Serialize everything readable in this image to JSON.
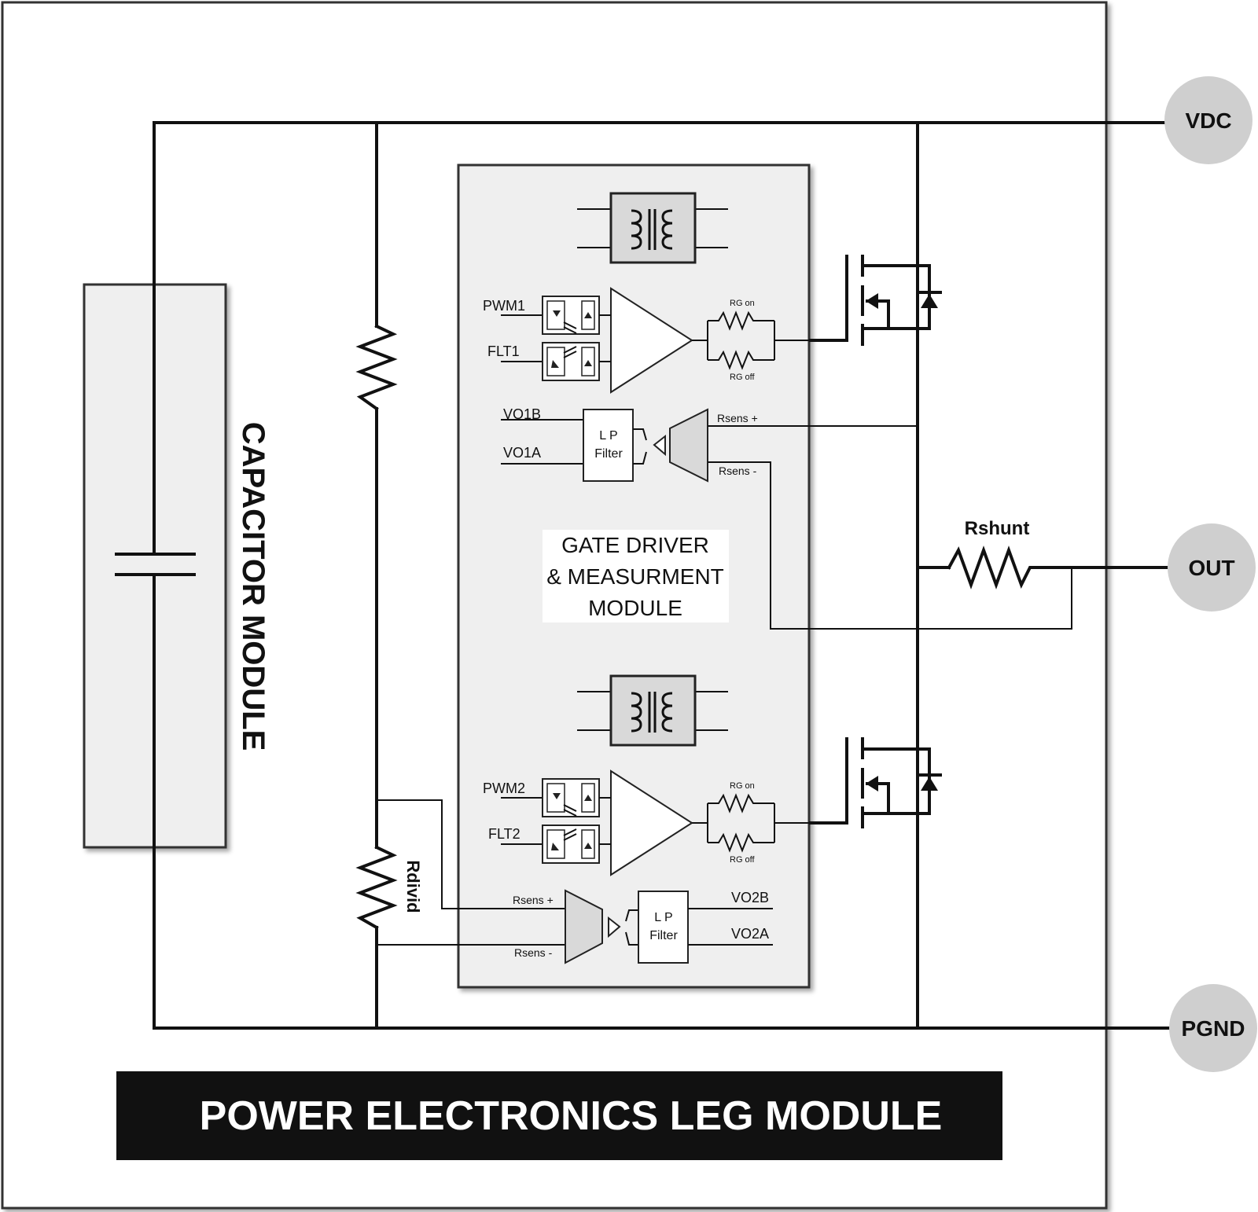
{
  "title": "POWER ELECTRONICS LEG MODULE",
  "capacitor_module": {
    "label": "CAPACITOR MODULE"
  },
  "gate_driver": {
    "label_lines": [
      "GATE DRIVER",
      "& MEASURMENT",
      "MODULE"
    ]
  },
  "terminals": {
    "vdc": "VDC",
    "out": "OUT",
    "pgnd": "PGND"
  },
  "upper_channel": {
    "pwm": "PWM1",
    "flt": "FLT1",
    "rg_on": "RG on",
    "rg_off": "RG off",
    "vo_b": "VO1B",
    "vo_a": "VO1A",
    "filter_line1": "L P",
    "filter_line2": "Filter",
    "rsens_plus": "Rsens +",
    "rsens_minus": "Rsens -"
  },
  "lower_channel": {
    "pwm": "PWM2",
    "flt": "FLT2",
    "rg_on": "RG on",
    "rg_off": "RG off",
    "vo_b": "VO2B",
    "vo_a": "VO2A",
    "filter_line1": "L P",
    "filter_line2": "Filter",
    "rsens_plus": "Rsens +",
    "rsens_minus": "Rsens -"
  },
  "resistors": {
    "shunt": "Rshunt",
    "divider": "Rdivid"
  },
  "colors": {
    "terminal_fill": "#cfcfcf",
    "module_fill": "#efefef",
    "transformer_fill": "#d9d9d9",
    "title_bar": "#111111"
  }
}
